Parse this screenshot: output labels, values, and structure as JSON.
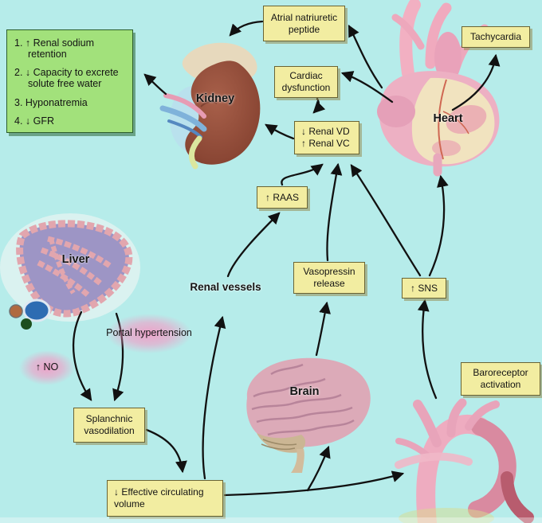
{
  "colors": {
    "background": "#b6ecea",
    "box_yellow": "#f2eda1",
    "box_yellow_border": "#6a6434",
    "box_green": "#a2e17b",
    "box_green_border": "#2c5e2c",
    "pink_label": "#f796c3",
    "arrow": "#111111"
  },
  "green_box": {
    "items": [
      {
        "label": "1. ↑ Renal sodium retention"
      },
      {
        "label": "2. ↓ Capacity to excrete solute free water"
      },
      {
        "label": "3. Hyponatremia"
      },
      {
        "label": "4. ↓ GFR"
      }
    ]
  },
  "boxes": {
    "anp": {
      "label": "Atrial natriuretic peptide"
    },
    "tachycardia": {
      "label": "Tachycardia"
    },
    "cardiac_dysfunction": {
      "label": "Cardiac dysfunction"
    },
    "renal_vd_vc": {
      "line1": "↓ Renal VD",
      "line2": "↑ Renal VC"
    },
    "raas": {
      "label": "↑ RAAS"
    },
    "vasopressin": {
      "label": "Vasopressin release"
    },
    "sns": {
      "label": "↑ SNS"
    },
    "baroreceptor": {
      "label": "Baroreceptor activation"
    },
    "splanchnic": {
      "label": "Splanchnic vasodilation"
    },
    "ecv": {
      "label": "↓ Effective circulating volume"
    }
  },
  "pink_labels": {
    "portal_hypertension": {
      "label": "Portal hypertension"
    },
    "no": {
      "label": "↑ NO"
    }
  },
  "organ_labels": {
    "kidney": "Kidney",
    "heart": "Heart",
    "liver": "Liver",
    "brain": "Brain",
    "renal_vessels": "Renal vessels"
  }
}
